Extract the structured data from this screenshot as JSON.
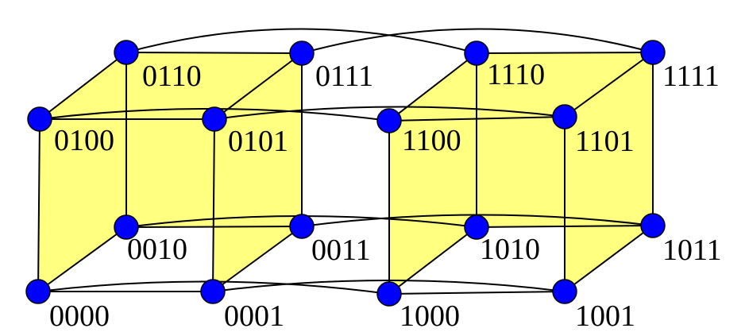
{
  "colors": {
    "face_fill": "#FFFF80",
    "edge_stroke": "#000000",
    "node_fill": "#0000FF",
    "node_stroke": "#000000",
    "label_color": "#000000"
  },
  "nodes": [
    {
      "id": "0000",
      "label": "0000"
    },
    {
      "id": "0001",
      "label": "0001"
    },
    {
      "id": "0010",
      "label": "0010"
    },
    {
      "id": "0011",
      "label": "0011"
    },
    {
      "id": "0100",
      "label": "0100"
    },
    {
      "id": "0101",
      "label": "0101"
    },
    {
      "id": "0110",
      "label": "0110"
    },
    {
      "id": "0111",
      "label": "0111"
    },
    {
      "id": "1000",
      "label": "1000"
    },
    {
      "id": "1001",
      "label": "1001"
    },
    {
      "id": "1010",
      "label": "1010"
    },
    {
      "id": "1011",
      "label": "1011"
    },
    {
      "id": "1100",
      "label": "1100"
    },
    {
      "id": "1101",
      "label": "1101"
    },
    {
      "id": "1110",
      "label": "1110"
    },
    {
      "id": "1111",
      "label": "1111"
    }
  ],
  "cube_edges": [
    [
      "0000",
      "0001"
    ],
    [
      "0000",
      "0010"
    ],
    [
      "0000",
      "0100"
    ],
    [
      "0001",
      "0011"
    ],
    [
      "0001",
      "0101"
    ],
    [
      "0010",
      "0011"
    ],
    [
      "0010",
      "0110"
    ],
    [
      "0011",
      "0111"
    ],
    [
      "0100",
      "0101"
    ],
    [
      "0100",
      "0110"
    ],
    [
      "0101",
      "0111"
    ],
    [
      "0110",
      "0111"
    ],
    [
      "1000",
      "1001"
    ],
    [
      "1000",
      "1010"
    ],
    [
      "1000",
      "1100"
    ],
    [
      "1001",
      "1011"
    ],
    [
      "1001",
      "1101"
    ],
    [
      "1010",
      "1011"
    ],
    [
      "1010",
      "1110"
    ],
    [
      "1011",
      "1111"
    ],
    [
      "1100",
      "1101"
    ],
    [
      "1100",
      "1110"
    ],
    [
      "1101",
      "1111"
    ],
    [
      "1110",
      "1111"
    ]
  ],
  "cross_edges": [
    [
      "0000",
      "1000"
    ],
    [
      "0001",
      "1001"
    ],
    [
      "0010",
      "1010"
    ],
    [
      "0011",
      "1011"
    ],
    [
      "0100",
      "1100"
    ],
    [
      "0101",
      "1101"
    ],
    [
      "0110",
      "1110"
    ],
    [
      "0111",
      "1111"
    ]
  ]
}
